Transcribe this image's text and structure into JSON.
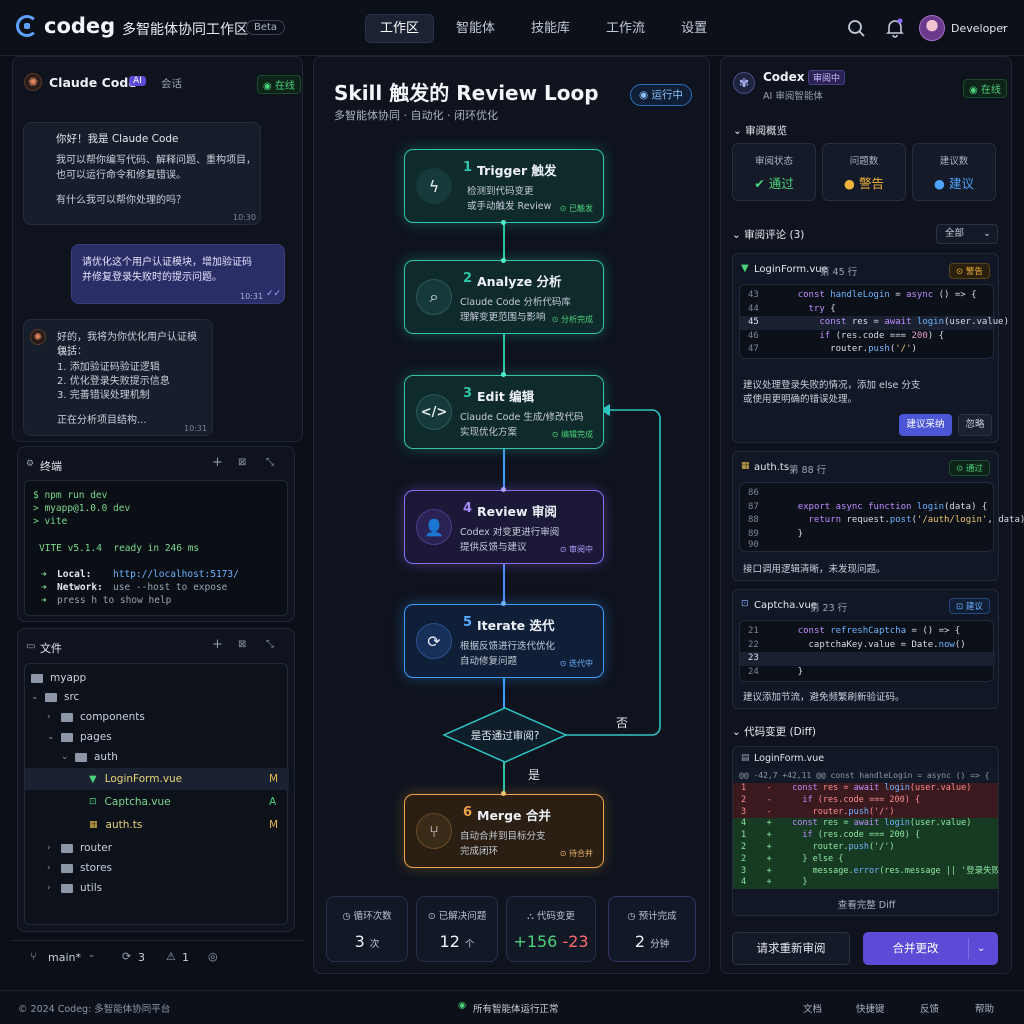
{
  "header": {
    "logo": "codeg",
    "workspace_title": "多智能体协同工作区",
    "beta": "Beta",
    "nav": [
      {
        "label": "工作区",
        "active": true
      },
      {
        "label": "智能体",
        "active": false
      },
      {
        "label": "技能库",
        "active": false
      },
      {
        "label": "工作流",
        "active": false
      },
      {
        "label": "设置",
        "active": false
      }
    ],
    "user": "Developer"
  },
  "left": {
    "agent_name": "Claude Code",
    "ai_badge": "AI",
    "session_label": "会话",
    "status": "在线",
    "messages": [
      {
        "role": "assistant",
        "lines": [
          "你好！我是 Claude Code",
          "我可以帮你编写代码、解释问题、重构项目，",
          "也可以运行命令和修复错误。",
          "有什么我可以帮你处理的吗？"
        ],
        "time": "10:30"
      },
      {
        "role": "user",
        "lines": [
          "请优化这个用户认证模块，增加验证码",
          "并修复登录失败时的提示问题。"
        ],
        "time": "10:31"
      },
      {
        "role": "assistant",
        "lines": [
          "好的，我将为你优化用户认证模块，",
          "包括：",
          "1. 添加验证码验证逻辑",
          "2. 优化登录失败提示信息",
          "3. 完善错误处理机制",
          "正在分析项目结构..."
        ],
        "time": "10:31"
      }
    ],
    "terminal": {
      "title": "终端",
      "lines": [
        "$ npm run dev",
        "> myapp@1.0.0 dev",
        "> vite",
        "VITE v5.1.4  ready in 246 ms",
        "Local:",
        "http://localhost:5173/",
        "Network:",
        "use --host to expose",
        "press h to show help"
      ]
    },
    "files": {
      "title": "文件",
      "tree": [
        {
          "name": "myapp",
          "depth": 0,
          "type": "folder",
          "open": false,
          "chev": ""
        },
        {
          "name": "src",
          "depth": 0,
          "type": "folder",
          "chev": "v"
        },
        {
          "name": "components",
          "depth": 1,
          "type": "folder",
          "chev": ">"
        },
        {
          "name": "pages",
          "depth": 1,
          "type": "folder",
          "chev": "v"
        },
        {
          "name": "auth",
          "depth": 2,
          "type": "folder",
          "chev": "v"
        },
        {
          "name": "LoginForm.vue",
          "depth": 3,
          "type": "vue",
          "status": "M"
        },
        {
          "name": "Captcha.vue",
          "depth": 3,
          "type": "vue2",
          "status": "A"
        },
        {
          "name": "auth.ts",
          "depth": 3,
          "type": "ts",
          "status": "M"
        },
        {
          "name": "router",
          "depth": 1,
          "type": "folder",
          "chev": ">"
        },
        {
          "name": "stores",
          "depth": 1,
          "type": "folder",
          "chev": ">"
        },
        {
          "name": "utils",
          "depth": 1,
          "type": "folder",
          "chev": ">"
        }
      ]
    },
    "statusbar": {
      "branch": "main*",
      "sync": "3",
      "warnings": "1"
    }
  },
  "center": {
    "title": "Skill 触发的 Review Loop",
    "subtitle": "多智能体协同 · 自动化 · 闭环优化",
    "running": "运行中",
    "steps": [
      {
        "num": "1",
        "title": "Trigger  触发",
        "d1": "检测到代码变更",
        "d2": "或手动触发 Review",
        "status": "已触发",
        "color": "#2ec4a8"
      },
      {
        "num": "2",
        "title": "Analyze  分析",
        "d1": "Claude Code 分析代码库",
        "d2": "理解变更范围与影响",
        "status": "分析完成",
        "color": "#2ec4a8"
      },
      {
        "num": "3",
        "title": "Edit  编辑",
        "d1": "Claude Code 生成/修改代码",
        "d2": "实现优化方案",
        "status": "编辑完成",
        "color": "#2ec4a8"
      },
      {
        "num": "4",
        "title": "Review  审阅",
        "d1": "Codex 对变更进行审阅",
        "d2": "提供反馈与建议",
        "status": "审阅中",
        "color": "#9b6cff"
      },
      {
        "num": "5",
        "title": "Iterate  迭代",
        "d1": "根据反馈进行迭代优化",
        "d2": "自动修复问题",
        "status": "迭代中",
        "color": "#3b9bff"
      },
      {
        "num": "6",
        "title": "Merge  合并",
        "d1": "自动合并到目标分支",
        "d2": "完成闭环",
        "status": "待合并",
        "color": "#f0a24a"
      }
    ],
    "decision": "是否通过审阅?",
    "yes": "是",
    "no": "否",
    "stats": [
      {
        "label": "循环次数",
        "value": "3",
        "unit": "次"
      },
      {
        "label": "已解决问题",
        "value": "12",
        "unit": "个"
      },
      {
        "label": "代码变更",
        "plus": "+156",
        "minus": "-23"
      },
      {
        "label": "预计完成",
        "value": "2",
        "unit": "分钟"
      }
    ]
  },
  "right": {
    "agent_name": "Codex",
    "badge": "审阅中",
    "subtitle": "AI 审阅智能体",
    "status": "在线",
    "overview_title": "审阅概览",
    "overview": [
      {
        "label": "审阅状态",
        "value": "通过",
        "color": "#4ad17a",
        "icon": "✔"
      },
      {
        "label": "问题数",
        "value": "警告",
        "color": "#f0b43a",
        "icon": "!"
      },
      {
        "label": "建议数",
        "value": "建议",
        "color": "#4fa3ff",
        "icon": "i"
      }
    ],
    "comments_title": "审阅评论 (3)",
    "filter": "全部",
    "comments": [
      {
        "file": "LoginForm.vue",
        "line": "第 45 行",
        "tag": "警告",
        "text1": "建议处理登录失败的情况，添加 else 分支",
        "text2": "或使用更明确的错误处理。",
        "accept": "建议采纳",
        "ignore": "忽略"
      },
      {
        "file": "auth.ts",
        "line": "第 88 行",
        "tag": "通过",
        "text1": "接口调用逻辑清晰，未发现问题。"
      },
      {
        "file": "Captcha.vue",
        "line": "第 23 行",
        "tag": "建议",
        "text1": "建议添加节流，避免频繁刷新验证码。"
      }
    ],
    "diff_title": "代码变更 (Diff)",
    "diff_file": "LoginForm.vue",
    "diff_hunk": "@@ -42,7 +42,11 @@ const handleLogin = async () => {",
    "view_full": "查看完整 Diff",
    "btn_rereview": "请求重新审阅",
    "btn_merge": "合并更改"
  },
  "footer": {
    "copyright": "© 2024 Codeg: 多智能体协同平台",
    "status": "所有智能体运行正常",
    "links": [
      "文档",
      "快捷键",
      "反馈",
      "帮助"
    ]
  }
}
